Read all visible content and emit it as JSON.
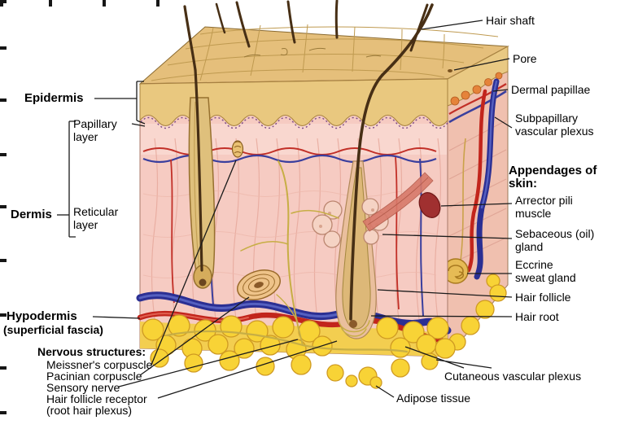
{
  "palette": {
    "background": "#ffffff",
    "epidermis_tan": "#e9c87f",
    "dermis_pink": "#f6cbc2",
    "adipose_yellow": "#f8d336",
    "artery_red": "#c2251c",
    "vein_blue": "#2b2f93",
    "hair_brown": "#472f15",
    "label_color": "#000000"
  },
  "labels": {
    "left": [
      {
        "id": "epidermis",
        "text": "Epidermis"
      },
      {
        "id": "papillary-layer",
        "text": "Papillary layer"
      },
      {
        "id": "dermis",
        "text": "Dermis"
      },
      {
        "id": "reticular-layer",
        "text": "Reticular layer"
      },
      {
        "id": "hypodermis",
        "text": "Hypodermis"
      },
      {
        "id": "hypodermis-sub",
        "text": "(superficial fascia)"
      },
      {
        "id": "nervous-structures",
        "text": "Nervous structures:"
      },
      {
        "id": "meissners-corpuscle",
        "text": "Meissner's corpuscle"
      },
      {
        "id": "pacinian-corpuscle",
        "text": "Pacinian corpuscle"
      },
      {
        "id": "sensory-nerve",
        "text": "Sensory nerve"
      },
      {
        "id": "hair-follicle-receptor",
        "text": "Hair follicle receptor"
      },
      {
        "id": "hair-follicle-receptor-sub",
        "text": "(root hair plexus)"
      }
    ],
    "right": [
      {
        "id": "hair-shaft",
        "text": "Hair shaft"
      },
      {
        "id": "pore",
        "text": "Pore"
      },
      {
        "id": "dermal-papillae",
        "text": "Dermal papillae"
      },
      {
        "id": "subpapillary-vascular-plexus",
        "text": "Subpapillary vascular plexus"
      },
      {
        "id": "appendages-of-skin",
        "text": "Appendages of skin:"
      },
      {
        "id": "arrector-pili-muscle",
        "text": "Arrector pili muscle"
      },
      {
        "id": "sebaceous-oil-gland",
        "text": "Sebaceous (oil) gland"
      },
      {
        "id": "eccrine-sweat-gland",
        "text": "Eccrine sweat gland"
      },
      {
        "id": "hair-follicle",
        "text": "Hair follicle"
      },
      {
        "id": "hair-root",
        "text": "Hair root"
      },
      {
        "id": "cutaneous-vascular-plexus",
        "text": "Cutaneous vascular plexus"
      },
      {
        "id": "adipose-tissue",
        "text": "Adipose tissue"
      }
    ]
  }
}
